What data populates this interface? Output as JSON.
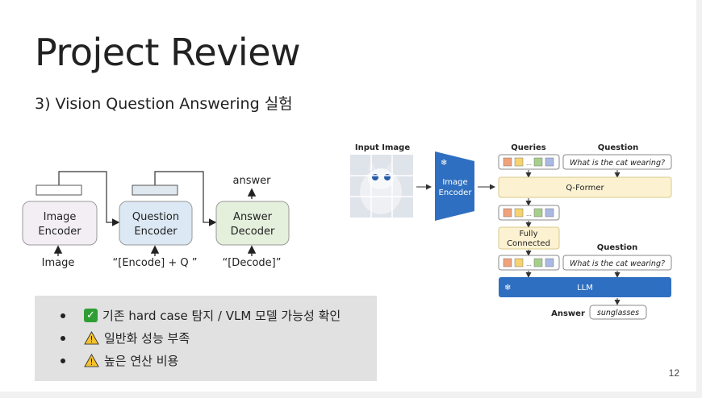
{
  "slide": {
    "title": "Project Review",
    "subtitle": "3) Vision Question Answering 실험",
    "page_number": "12"
  },
  "left_diagram": {
    "image_encoder": [
      "Image",
      "Encoder"
    ],
    "question_encoder": [
      "Question",
      "Encoder"
    ],
    "answer_decoder": [
      "Answer",
      "Decoder"
    ],
    "image_label": "Image",
    "question_input_label": "“[Encode] + Q ”",
    "decoder_input_label": "“[Decode]”",
    "answer_label": "answer"
  },
  "right_diagram": {
    "input_image_label": "Input Image",
    "image_encoder": [
      "Image",
      "Encoder"
    ],
    "queries_label": "Queries",
    "question_label_top": "Question",
    "question_text_top": "What is the cat wearing?",
    "qformer_label": "Q-Former",
    "fc_label": [
      "Fully",
      "Connected"
    ],
    "question_label_bottom": "Question",
    "question_text_bottom": "What is the cat wearing?",
    "llm_label": "LLM",
    "answer_label": "Answer",
    "answer_text": "sunglasses",
    "snowflake": "❄"
  },
  "bullets": [
    {
      "icon": "check-icon",
      "text": "기존 hard case 탐지 / VLM 모델 가능성 확인"
    },
    {
      "icon": "warning-icon",
      "text": "일반화 성능 부족"
    },
    {
      "icon": "warning-icon",
      "text": "높은 연산 비용"
    }
  ],
  "colors": {
    "image_encoder_fill": "#f2eef4",
    "question_encoder_fill": "#dce8f4",
    "answer_decoder_fill": "#e4efdc",
    "blue_block": "#2f6fc1",
    "qformer_fill": "#fcf2d2",
    "bullet_box": "#e1e1e1"
  }
}
